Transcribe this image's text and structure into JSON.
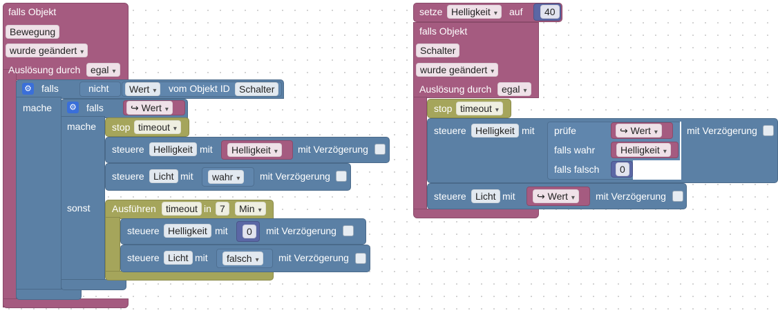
{
  "colors": {
    "event": "#a55b80",
    "control": "#5b80a5",
    "timer": "#a5a55b",
    "number": "#5b67a5"
  },
  "left": {
    "header": "falls Objekt",
    "object": "Bewegung",
    "condition": "wurde geändert",
    "trigger_label": "Auslösung durch",
    "trigger_value": "egal",
    "if1": {
      "falls": "falls",
      "not": "nicht",
      "wert": "Wert",
      "from_object": "vom Objekt ID",
      "object_id": "Schalter",
      "mache": "mache"
    },
    "if2": {
      "falls": "falls",
      "wert": "↪ Wert",
      "mache": "mache",
      "sonst": "sonst"
    },
    "stop": {
      "label": "stop",
      "value": "timeout"
    },
    "control1": {
      "label": "steuere",
      "target": "Helligkeit",
      "mit": "mit",
      "value": "Helligkeit",
      "delay": "mit Verzögerung"
    },
    "control2": {
      "label": "steuere",
      "target": "Licht",
      "mit": "mit",
      "value": "wahr",
      "delay": "mit Verzögerung"
    },
    "timeout": {
      "label": "Ausführen",
      "name": "timeout",
      "in": "in",
      "amount": "7",
      "unit": "Min"
    },
    "control3": {
      "label": "steuere",
      "target": "Helligkeit",
      "mit": "mit",
      "value": "0",
      "delay": "mit Verzögerung"
    },
    "control4": {
      "label": "steuere",
      "target": "Licht",
      "mit": "mit",
      "value": "falsch",
      "delay": "mit Verzögerung"
    }
  },
  "right": {
    "set": {
      "label": "setze",
      "var": "Helligkeit",
      "auf": "auf",
      "value": "40"
    },
    "header": "falls Objekt",
    "object": "Schalter",
    "condition": "wurde geändert",
    "trigger_label": "Auslösung durch",
    "trigger_value": "egal",
    "stop": {
      "label": "stop",
      "value": "timeout"
    },
    "control1": {
      "label": "steuere",
      "target": "Helligkeit",
      "mit": "mit",
      "check": "prüfe",
      "check_value": "↪ Wert",
      "if_true": "falls wahr",
      "true_value": "Helligkeit",
      "if_false": "falls falsch",
      "false_value": "0",
      "delay": "mit Verzögerung"
    },
    "control2": {
      "label": "steuere",
      "target": "Licht",
      "mit": "mit",
      "value": "↪ Wert",
      "delay": "mit Verzögerung"
    }
  }
}
